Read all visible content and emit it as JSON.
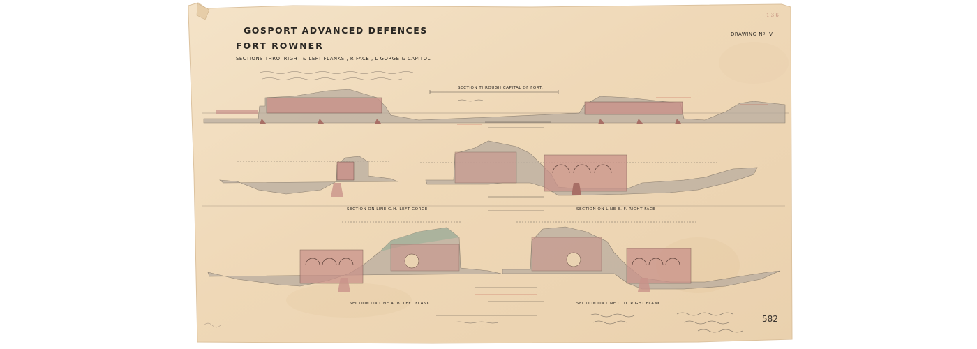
{
  "title": {
    "line1": "GOSPORT ADVANCED DEFENCES",
    "line2": "FORT ROWNER",
    "line3": "SECTIONS THRO' RIGHT & LEFT FLANKS , R FACE , L GORGE & CAPITOL"
  },
  "drawing_number": "DRAWING Nº IV.",
  "sections": [
    {
      "caption": "SECTION THROUGH CAPITAL OF FORT."
    },
    {
      "caption": "SECTION ON LINE G.H. LEFT GORGE"
    },
    {
      "caption": "SECTION ON LINE E. F. RIGHT FACE"
    },
    {
      "caption": "SECTION ON LINE A. B. LEFT FLANK"
    },
    {
      "caption": "SECTION ON LINE C. D. RIGHT FLANK"
    }
  ],
  "sheet_number": "582",
  "colors": {
    "paper": "#f1dcbd",
    "masonry": "#c9928a",
    "earth": "#b9ada0",
    "slopes": "#a7b39c",
    "ink": "#2a2723"
  }
}
